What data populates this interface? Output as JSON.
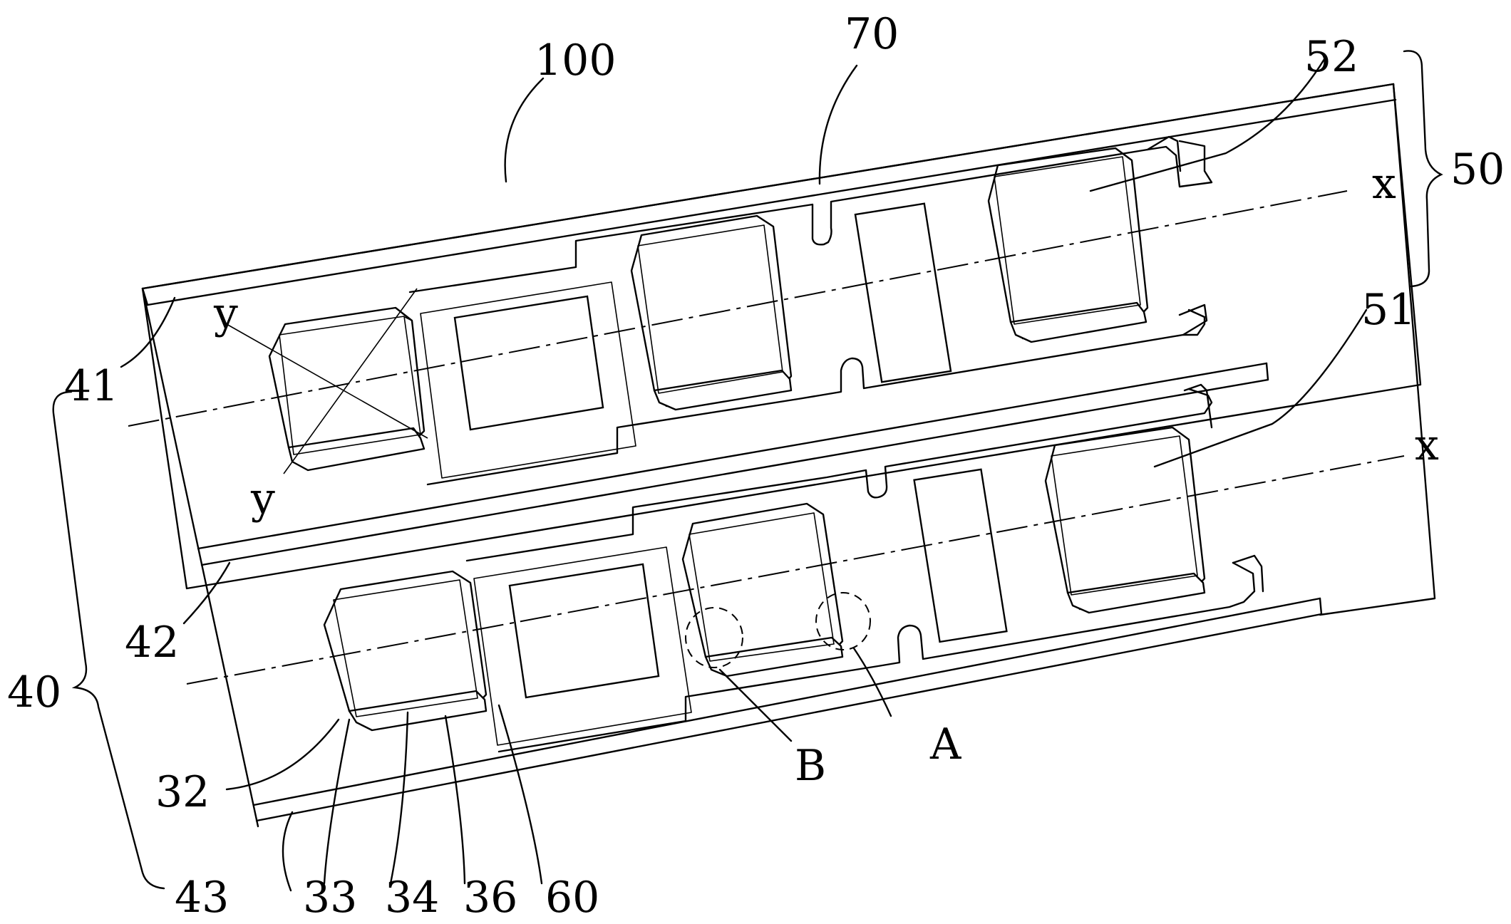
{
  "labels": {
    "l100": "100",
    "l70": "70",
    "l52": "52",
    "l50": "50",
    "l51": "51",
    "l41": "41",
    "l42": "42",
    "l43": "43",
    "l40": "40",
    "l32": "32",
    "l33": "33",
    "l34": "34",
    "l36": "36",
    "l60": "60",
    "lA": "A",
    "lB": "B",
    "x_top": "x",
    "x_bottom": "x",
    "y_top": "y",
    "y_bottom": "y"
  }
}
